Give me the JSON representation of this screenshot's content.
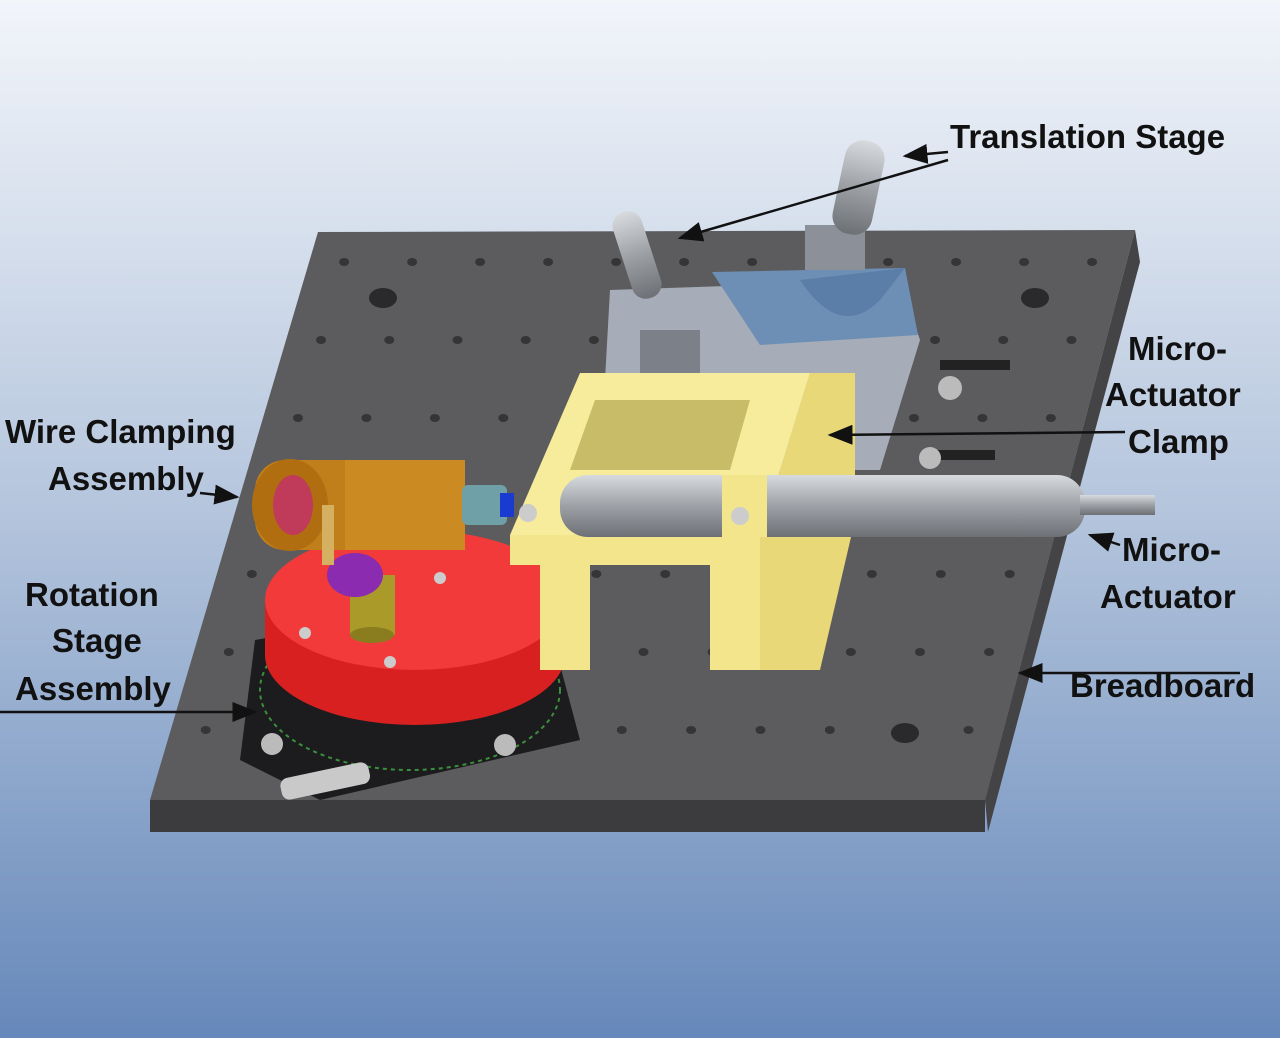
{
  "labels": {
    "translation_stage": "Translation Stage",
    "micro_actuator_clamp": [
      "Micro-",
      "Actuator",
      "Clamp"
    ],
    "wire_clamping_assembly": [
      "Wire Clamping",
      "Assembly"
    ],
    "micro_actuator": [
      "Micro-",
      "Actuator"
    ],
    "rotation_stage_assembly": [
      "Rotation",
      "Stage",
      "Assembly"
    ],
    "breadboard": "Breadboard"
  },
  "colors": {
    "background_top": "#eef2f8",
    "background_bottom": "#6a8cbd",
    "breadboard": "#5a5a5c",
    "clamp": "#f2e58c",
    "rotation_table": "#f03434",
    "wire_clamp": "#c8861a",
    "translation_stage": "#6f8fb5",
    "actuator": "#a9adb2"
  }
}
